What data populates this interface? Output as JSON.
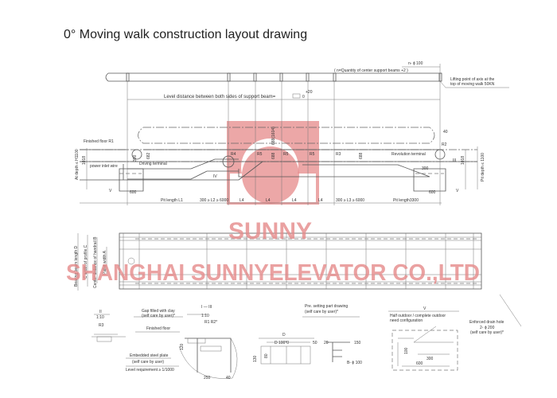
{
  "title": "0°  Moving walk construction layout drawing",
  "elevation": {
    "n_phi": "n- ϕ 100",
    "n_quantity": "( n=Quantity of center support beams +2 )",
    "lifting_1": "Lifting point of axis at the",
    "lifting_2": "top of moving walk 50KN",
    "level_distance": "Level distance between both sides of support beam=",
    "level_tol_0": "0",
    "level_tol_plus": "+20",
    "finished_floor": "Finished floor R1",
    "power_inlet": "power inlet wire",
    "driving_terminal": "Driving terminal",
    "revolution_terminal": "Revolution terminal",
    "at_depth": "At depth ≤ H1100",
    "pit_depth": "Pit depth ≤ 1100",
    "dim_1018": "1018",
    "dim_300": "300",
    "dim_682": "682",
    "dim_40": "40",
    "dim_688": "688",
    "dim_688b": "688",
    "dim_688c": "688",
    "dim_1604": "688(1604)",
    "dim_600": "600",
    "dim_600b": "600",
    "dim_300b": "300",
    "r1": "R2",
    "r4": "R4",
    "r5a": "R5",
    "r5b": "R5",
    "r5c": "R5",
    "r3": "R3",
    "mark_iv": "IV",
    "mark_v": "V",
    "mark_v2": "V",
    "mark_iii": "III",
    "pit_l1": "Pit length L1",
    "l2": "300 ≥ L2 ≥ 6000",
    "l4": [
      "L4",
      "L4",
      "L4",
      "L4"
    ],
    "l3": "300 ≥ L3 ≥ 6000",
    "pit_3300": "Pit length3300"
  },
  "plan": {
    "bearing_beam": "Bearing beam length D",
    "width_c": "C width of profile C",
    "handrail": "Center distance of handrail B",
    "pallet_width": "Pallet width A"
  },
  "watermark": {
    "brand": "SUNNY",
    "company": "SHANGHAI SUNNYELEVATOR CO.,LTD"
  },
  "details": {
    "d1_mark": "II",
    "d1_scale": "1:10",
    "d1_r3": "R3",
    "d2_gap": "Gap filled with clay",
    "d2_gap2": "(self care by user)*",
    "d2_mark": "I — III",
    "d2_scale": "1:10",
    "d2_r": "R1 R2*",
    "d2_floor": "Finished floor",
    "d2_120": "120",
    "d2_plate": "Embedded steel plate",
    "d2_plate2": "(self care by user)",
    "d2_level": "Level requirement ≥ 1/1000",
    "d2_250": "250",
    "d2_40": "40",
    "d3_title": "Pre. setting part drawing",
    "d3_title2": "(self care by user)*",
    "d3_d": "D",
    "d3_d100": "D 100*0",
    "d3_50": "50",
    "d3_20": "20",
    "d3_130": "130",
    "d3_80": "80",
    "d3_150": "150",
    "d3_phi": "B- ϕ 100",
    "d4_mark": "V",
    "d4_text": "Half outdoor / complete outdoor",
    "d4_text2": "need configuration",
    "d4_drain": "Enforced drain hole",
    "d4_drain2": "2- ϕ 200",
    "d4_drain3": "(self care by user)*",
    "d4_100": "100",
    "d4_300": "300",
    "d4_600": "600"
  }
}
